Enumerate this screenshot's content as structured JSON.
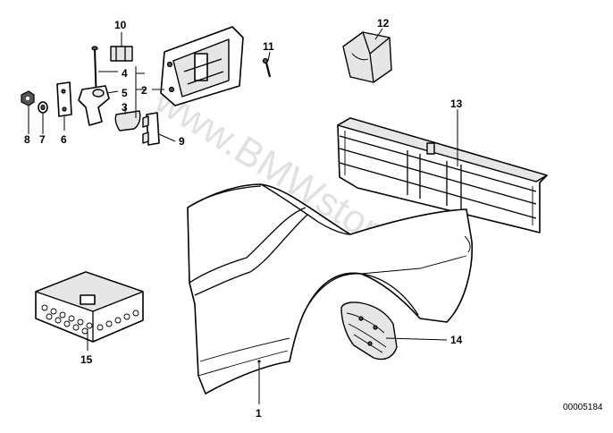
{
  "watermark": "www.BMWstore.pl",
  "document_number": "00005184",
  "callouts": [
    "1",
    "2",
    "3",
    "4",
    "5",
    "6",
    "7",
    "8",
    "9",
    "10",
    "11",
    "12",
    "13",
    "14",
    "15"
  ]
}
